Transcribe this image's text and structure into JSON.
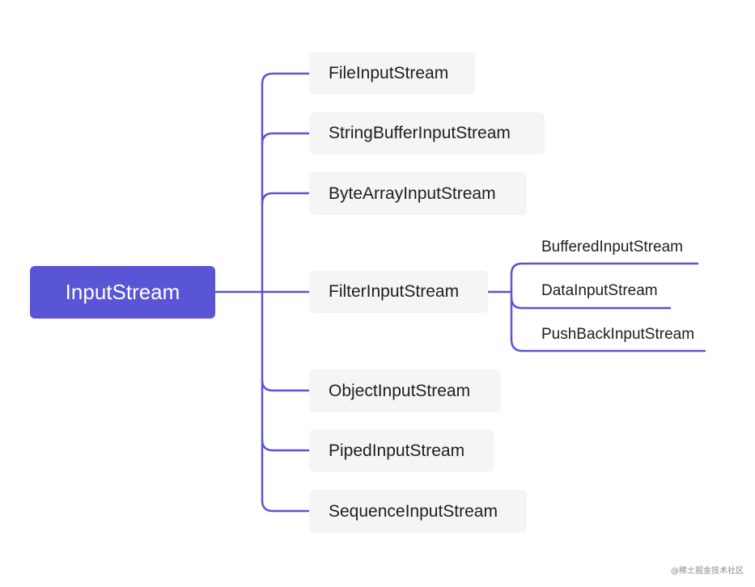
{
  "diagram": {
    "root": {
      "label": "InputStream"
    },
    "children": [
      {
        "label": "FileInputStream"
      },
      {
        "label": "StringBufferInputStream"
      },
      {
        "label": "ByteArrayInputStream"
      },
      {
        "label": "FilterInputStream",
        "children": [
          {
            "label": "BufferedInputStream"
          },
          {
            "label": "DataInputStream"
          },
          {
            "label": "PushBackInputStream"
          }
        ]
      },
      {
        "label": "ObjectInputStream"
      },
      {
        "label": "PipedInputStream"
      },
      {
        "label": "SequenceInputStream"
      }
    ],
    "line_color": "#5a55d4",
    "root_color": "#5a55d4"
  },
  "watermark": "@稀土掘金技术社区"
}
